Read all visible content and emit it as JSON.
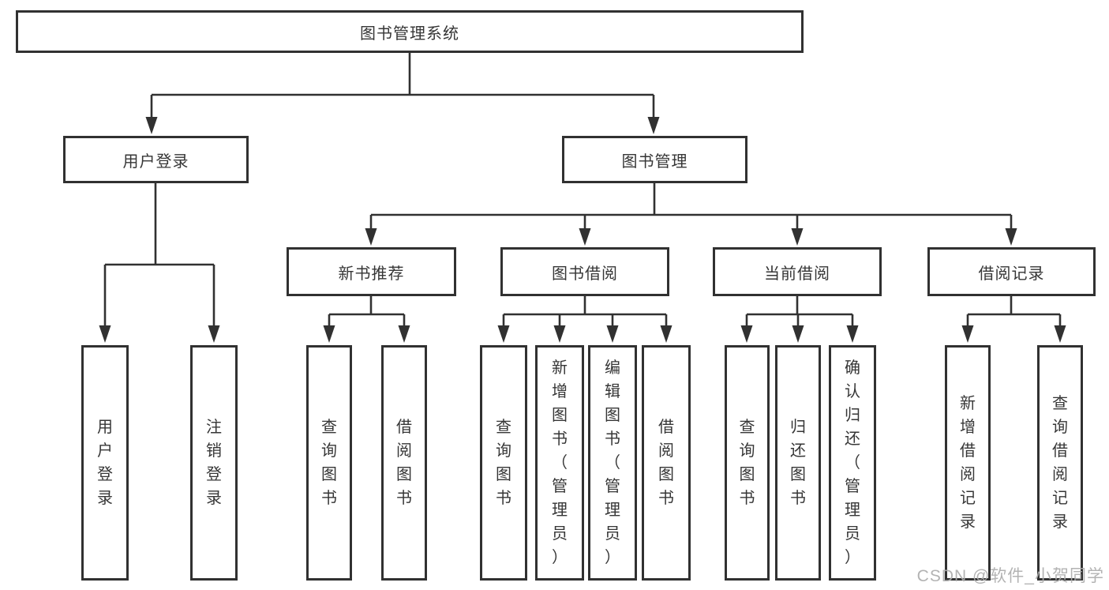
{
  "diagram": {
    "root": {
      "label": "图书管理系统"
    },
    "branches": [
      {
        "label": "用户登录",
        "children": [
          {
            "label": "用户登录"
          },
          {
            "label": "注销登录"
          }
        ]
      },
      {
        "label": "图书管理",
        "children": [
          {
            "label": "新书推荐",
            "children": [
              {
                "label": "查询图书"
              },
              {
                "label": "借阅图书"
              }
            ]
          },
          {
            "label": "图书借阅",
            "children": [
              {
                "label": "查询图书"
              },
              {
                "label": "新增图书（管理员）"
              },
              {
                "label": "编辑图书（管理员）"
              },
              {
                "label": "借阅图书"
              }
            ]
          },
          {
            "label": "当前借阅",
            "children": [
              {
                "label": "查询图书"
              },
              {
                "label": "归还图书"
              },
              {
                "label": "确认归还（管理员）"
              }
            ]
          },
          {
            "label": "借阅记录",
            "children": [
              {
                "label": "新增借阅记录"
              },
              {
                "label": "查询借阅记录"
              }
            ]
          }
        ]
      }
    ]
  },
  "watermark": {
    "text": "CSDN @软件_小贺同学"
  },
  "colors": {
    "line": "#313131",
    "text": "#363636",
    "background": "#ffffff",
    "watermark": "#acacac"
  }
}
